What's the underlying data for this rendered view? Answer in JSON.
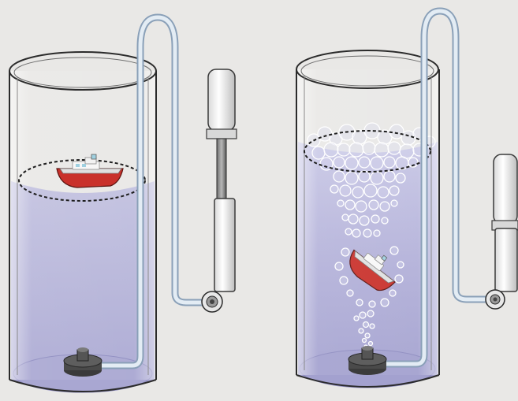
{
  "figure": {
    "panels": [
      {
        "id": "left",
        "state": "boat floating at surface, pump handle raised",
        "elements": [
          "cylinder",
          "water",
          "tube",
          "air-pump",
          "air-stone",
          "toy-boat",
          "dashed-surface-ellipse"
        ]
      },
      {
        "id": "right",
        "state": "bubbles rising, boat sinking, pump handle pressed",
        "elements": [
          "cylinder",
          "water",
          "tube",
          "air-pump",
          "air-stone",
          "toy-boat",
          "bubble-column",
          "dashed-surface-ellipse"
        ]
      }
    ],
    "colors": {
      "background": "#e9e8e6",
      "water": "#b4b3d6",
      "water_dark": "#9f9ecb",
      "glass_outline": "#2b2b2b",
      "tube": "#c9d7e4",
      "pump_body": "#f2f2f2",
      "boat_hull": "#c9312b",
      "boat_cabin": "#f7f7f7",
      "airstone": "#4a4a4a",
      "bubble_stroke": "#ffffff"
    }
  }
}
